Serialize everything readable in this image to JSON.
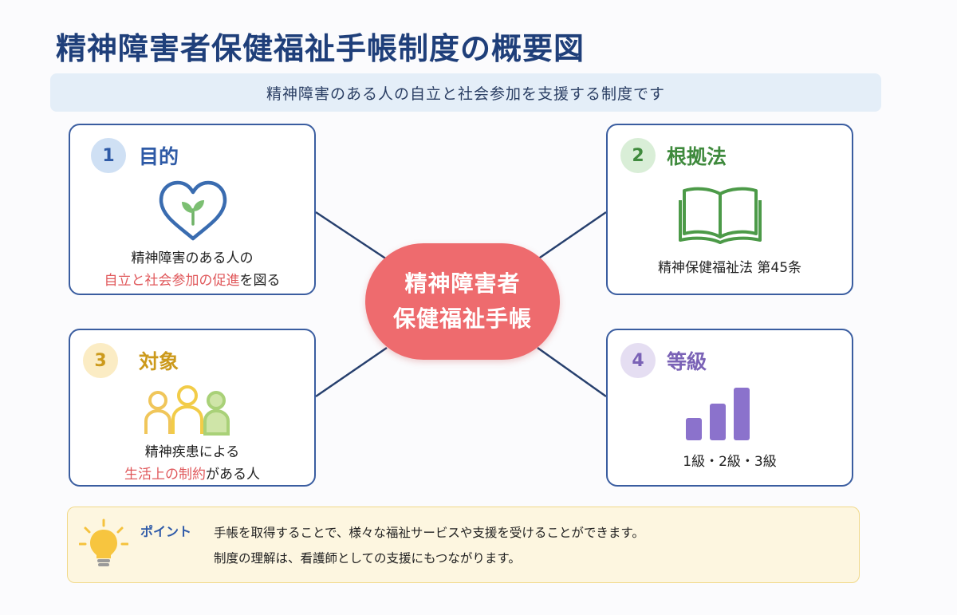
{
  "title": "精神障害者保健福祉手帳制度の概要図",
  "subtitle": "精神障害のある人の自立と社会参加を支援する制度です",
  "center": {
    "line1": "精神障害者",
    "line2": "保健福祉手帳"
  },
  "cards": [
    {
      "num": "1",
      "heading": "目的",
      "icon": "heart-sprout-icon",
      "line1": "精神障害のある人の",
      "line2_highlight": "自立と社会参加の促進",
      "line2_rest": "を図る",
      "accent": "#2e5aa6"
    },
    {
      "num": "2",
      "heading": "根拠法",
      "icon": "open-book-icon",
      "line1": "精神保健福祉法 第45条",
      "accent": "#3f8a3d"
    },
    {
      "num": "3",
      "heading": "対象",
      "icon": "people-icon",
      "line1": "精神疾患による",
      "line2_highlight": "生活上の制約",
      "line2_rest": "がある人",
      "accent": "#cc9a1c"
    },
    {
      "num": "4",
      "heading": "等級",
      "icon": "bar-chart-icon",
      "line1": "1級・2級・3級",
      "grades": [
        1,
        2,
        3
      ],
      "accent": "#7a62b6"
    }
  ],
  "point": {
    "label": "ポイント",
    "icon": "lightbulb-icon",
    "lines": [
      "手帳を取得することで、様々な福祉サービスや支援を受けることができます。",
      "制度の理解は、看護師としての支援にもつながります。"
    ]
  },
  "colors": {
    "title": "#1f3f7a",
    "center": "#ee6b6e",
    "highlight": "#e0585b",
    "border": "#3a5da0"
  }
}
